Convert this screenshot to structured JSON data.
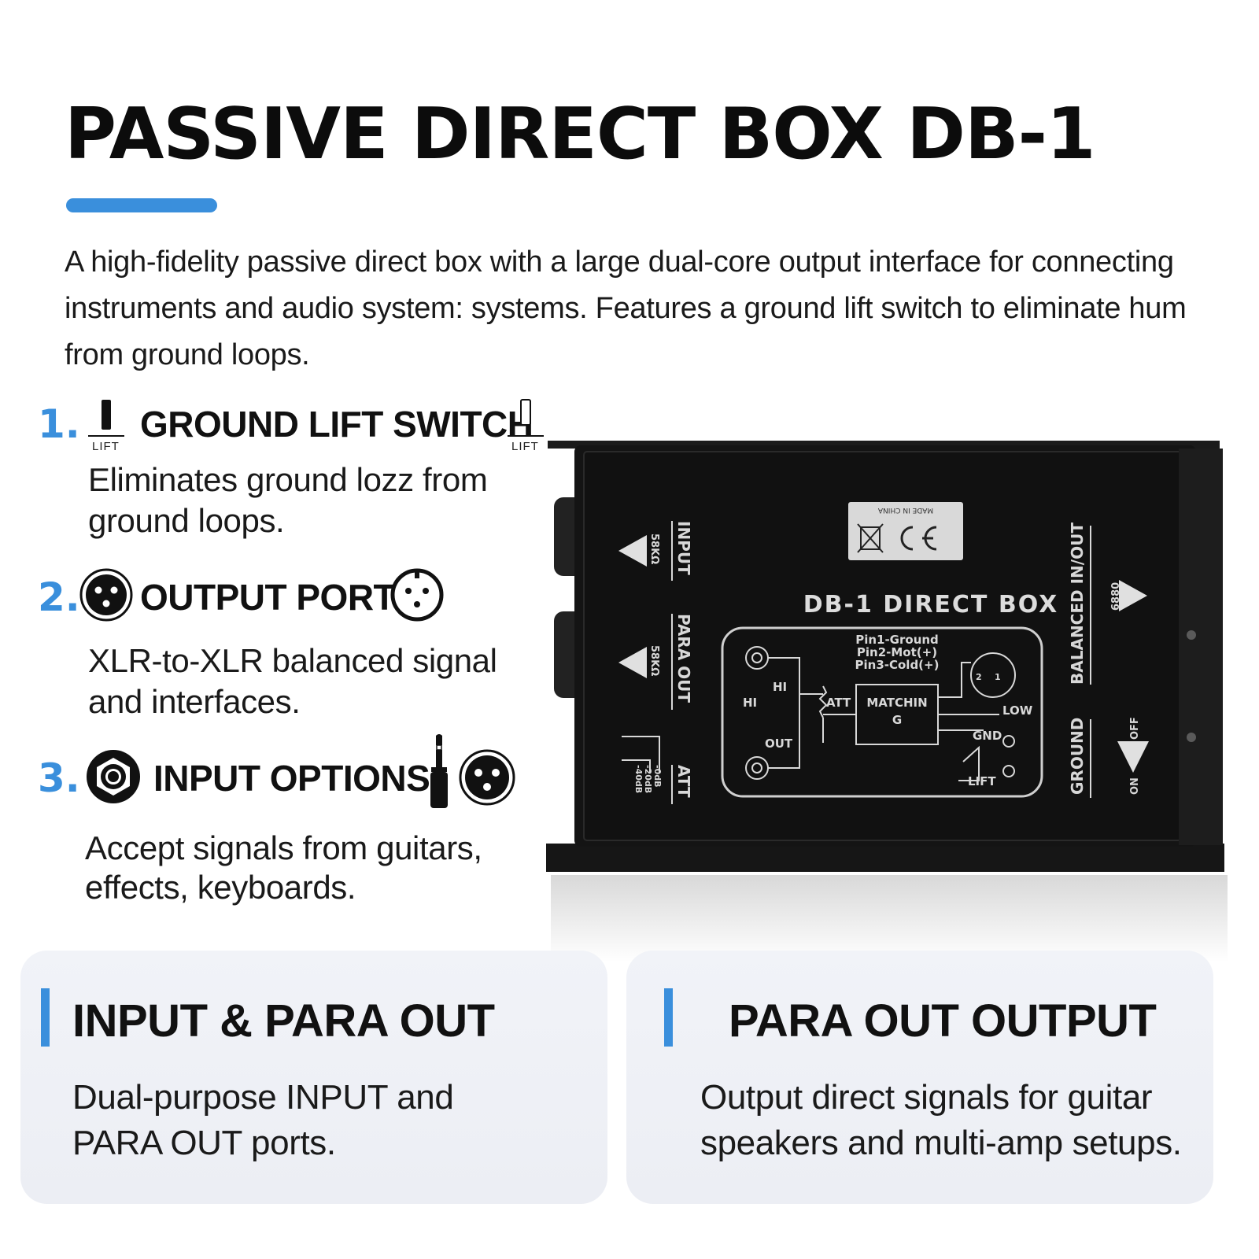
{
  "header": {
    "title": "PASSIVE DIRECT BOX DB-1",
    "intro": "A high-fidelity passive direct box with a large dual-core output interface for connecting instruments and audio system: systems. Features a ground lift switch to eliminate hum from ground loops."
  },
  "colors": {
    "accent": "#3a8fdc",
    "device_body": "#141414",
    "card_bg": "#eef0f5"
  },
  "features": [
    {
      "number": "1.",
      "title": "GROUND LIFT SWITCH",
      "icon_left": "ground-lift-switch-on-icon",
      "icon_left_caption": "LIFT",
      "icon_right": "ground-lift-switch-off-icon",
      "icon_right_caption": "LIFT",
      "desc_line1": "Eliminates ground lozz from",
      "desc_line2": "ground loops."
    },
    {
      "number": "2.",
      "title": "OUTPUT PORT",
      "icon_left": "xlr-male-icon",
      "icon_right": "xlr-female-icon",
      "desc_line1": "XLR-to-XLR balanced signal",
      "desc_line2": "and interfaces."
    },
    {
      "number": "3.",
      "title": "INPUT OPTIONS",
      "icon_left": "jack-socket-icon",
      "icon_mid": "trs-plug-icon",
      "icon_right": "xlr-male-icon",
      "desc_line1": "Accept signals from guitars,",
      "desc_line2": "effects, keyboards."
    }
  ],
  "device": {
    "label": "DB-1 DIRECT BOX",
    "cert_text": "MADE IN CHINA",
    "input_label": "INPUT",
    "para_out_label": "PARA OUT",
    "att_label": "ATT",
    "impedance_1": "58KΩ",
    "impedance_2": "58KΩ",
    "att_values": [
      "-0dB",
      "-20dB",
      "-40dB"
    ],
    "balanced_label": "BALANCED IN/OUT",
    "ground_label": "GROUND",
    "off_label": "OFF",
    "on_label": "ON",
    "pin_code": "6880",
    "schematic": {
      "pin1": "Pin1-Ground",
      "pin2": "Pin2-Mot(+)",
      "pin3": "Pin3-Cold(+)",
      "hi_left": "HI",
      "hi_mid": "HI",
      "out": "OUT",
      "att": "ATT",
      "matching_1": "MATCHIN",
      "matching_2": "G",
      "low": "LOW",
      "gnd": "GND",
      "lift": "LIFT",
      "xlr_pin_2": "2",
      "xlr_pin_1": "1"
    }
  },
  "cards": [
    {
      "title": "INPUT & PARA OUT",
      "desc_line1": "Dual-purpose INPUT and",
      "desc_line2": "PARA OUT ports."
    },
    {
      "title": "PARA OUT OUTPUT",
      "desc_line1": "Output direct signals for guitar",
      "desc_line2": "speakers and multi-amp setups."
    }
  ]
}
